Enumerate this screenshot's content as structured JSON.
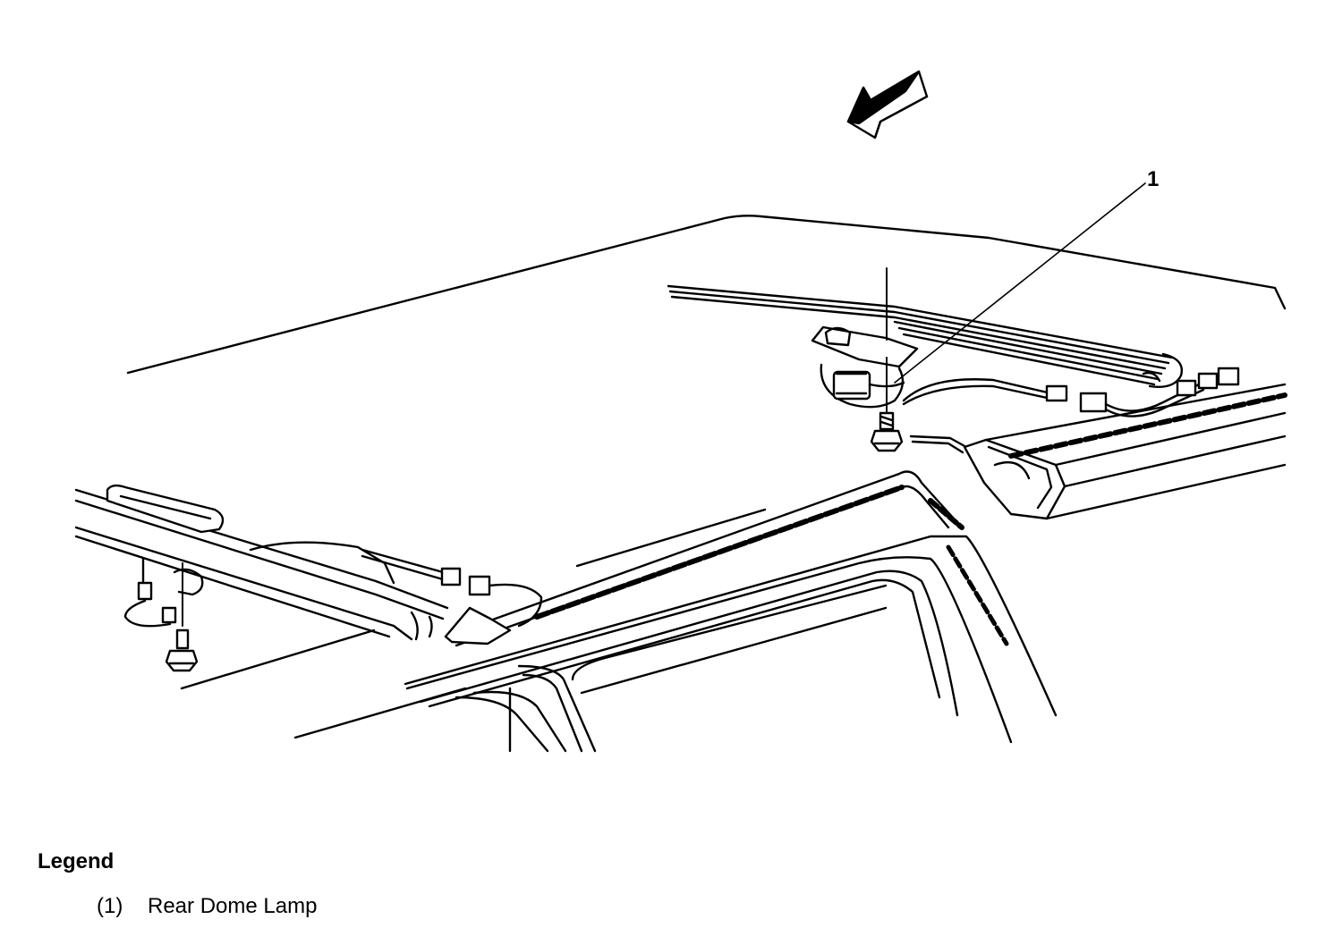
{
  "callouts": [
    {
      "number": "1",
      "part": "rear-dome-lamp"
    }
  ],
  "legend": {
    "title": "Legend",
    "items": [
      {
        "number": "(1)",
        "label": "Rear Dome Lamp"
      }
    ]
  },
  "icons": {
    "front_direction": "front-direction-arrow-icon"
  },
  "colors": {
    "line": "#000000",
    "background": "#ffffff"
  }
}
